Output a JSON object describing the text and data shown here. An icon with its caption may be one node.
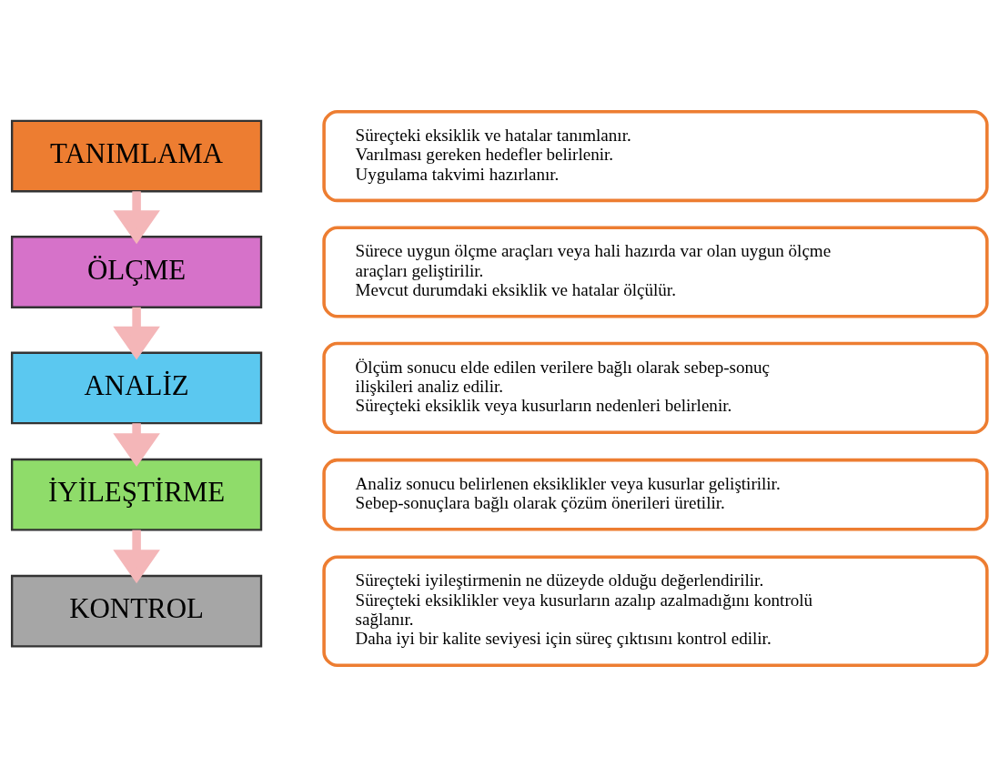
{
  "diagram": {
    "nodes": [
      {
        "text": [
          "TANIMLAMA"
        ]
      },
      {
        "text": [
          "Süreçteki eksiklik ve hatalar tanımlanır.",
          "Varılması gereken hedefler belirlenir.",
          "Uygulama takvimi hazırlanır."
        ]
      },
      {
        "text": [
          "ÖLÇME"
        ]
      },
      {
        "text": [
          "Sürece uygun ölçme araçları veya hali hazırda var olan uygun ölçme araçları geliştirilir.",
          "Mevcut durumdaki eksiklik ve hatalar ölçülür."
        ]
      },
      {
        "text": [
          "ANALİZ"
        ]
      },
      {
        "text": [
          "Ölçüm sonucu elde edilen verilere bağlı olarak sebep-sonuç ilişkileri analiz edilir.",
          "Süreçteki eksiklik veya kusurların nedenleri belirlenir."
        ]
      },
      {
        "text": [
          "İYİLEŞTİRME"
        ]
      },
      {
        "text": [
          "Analiz sonucu belirlenen eksiklikler veya kusurlar geliştirilir.",
          "Sebep-sonuçlara bağlı olarak çözüm önerileri üretilir."
        ]
      },
      {
        "text": [
          "KONTROL"
        ]
      },
      {
        "text": [
          "Süreçteki iyileştirmenin ne düzeyde olduğu değerlendirilir.",
          "Süreçteki eksiklikler veya kusurların azalıp azalmadığını kontrolü sağlanır.",
          "Daha iyi bir kalite seviyesi için süreç çıktısını kontrol edilir."
        ]
      }
    ],
    "edges": [
      {
        "from": 0,
        "to": 2,
        "arrow": "to"
      },
      {
        "from": 2,
        "to": 4,
        "arrow": "to"
      },
      {
        "from": 4,
        "to": 6,
        "arrow": "to"
      },
      {
        "from": 6,
        "to": 8,
        "arrow": "to"
      }
    ]
  }
}
